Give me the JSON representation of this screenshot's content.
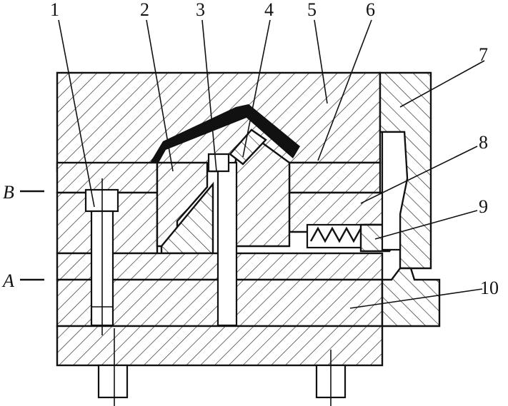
{
  "figure": {
    "part_labels": [
      {
        "id": "label-1",
        "text": "1"
      },
      {
        "id": "label-2",
        "text": "2"
      },
      {
        "id": "label-3",
        "text": "3"
      },
      {
        "id": "label-4",
        "text": "4"
      },
      {
        "id": "label-5",
        "text": "5"
      },
      {
        "id": "label-6",
        "text": "6"
      },
      {
        "id": "label-7",
        "text": "7"
      },
      {
        "id": "label-8",
        "text": "8"
      },
      {
        "id": "label-9",
        "text": "9"
      },
      {
        "id": "label-10",
        "text": "10"
      }
    ],
    "section_marks": {
      "a": "A",
      "b": "B"
    }
  }
}
